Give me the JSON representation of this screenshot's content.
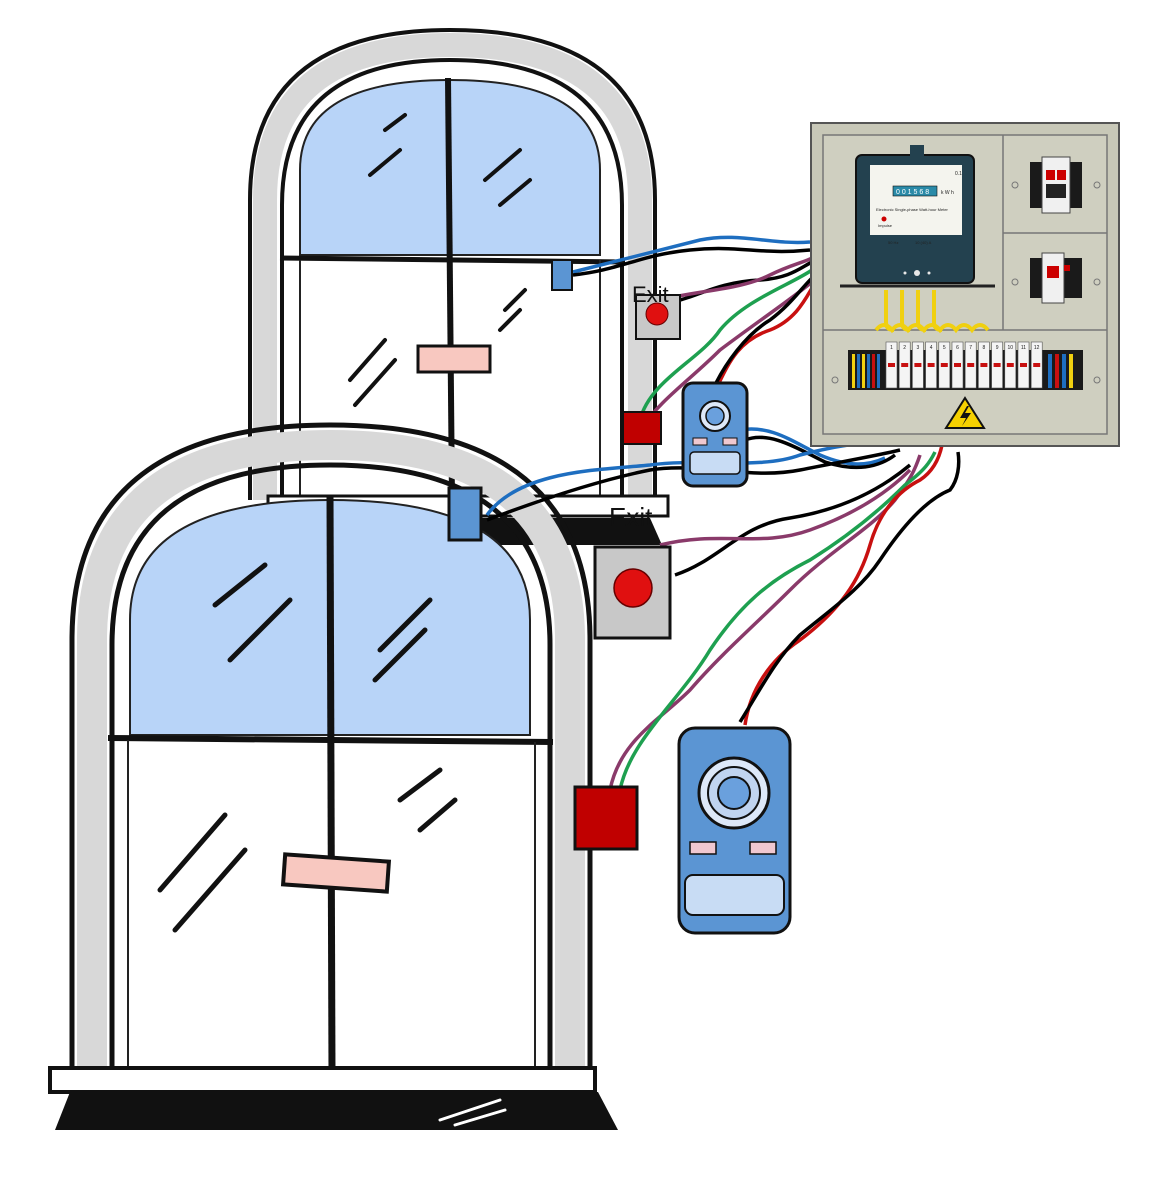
{
  "labels": {
    "exit_small": "Exit",
    "exit_large": "Exit"
  },
  "meter": {
    "small_top": "0.1",
    "reading": "0 0 1 5 6 8",
    "unit": "k W h",
    "desc": "Electronic Single-phase Watt-hour Meter",
    "impulse": "Impulse",
    "freq": "50 Hz",
    "current": "10 (40) A"
  },
  "terminals": [
    "1",
    "2",
    "3",
    "4",
    "5",
    "6",
    "7",
    "8",
    "9",
    "10",
    "11",
    "12"
  ],
  "colors": {
    "glass": "#b8d4f8",
    "device_blue": "#5b95d3",
    "lock_red": "#c00000",
    "button_red": "#e01010",
    "panel": "#c8c8b8",
    "wire_black": "#000000",
    "wire_blue": "#1e6ec0",
    "wire_purple": "#8a3a6a",
    "wire_green": "#1ea050",
    "wire_red": "#c81010"
  },
  "icons": [
    "high-voltage-icon",
    "circuit-breaker-icon",
    "camera-lens-icon"
  ]
}
